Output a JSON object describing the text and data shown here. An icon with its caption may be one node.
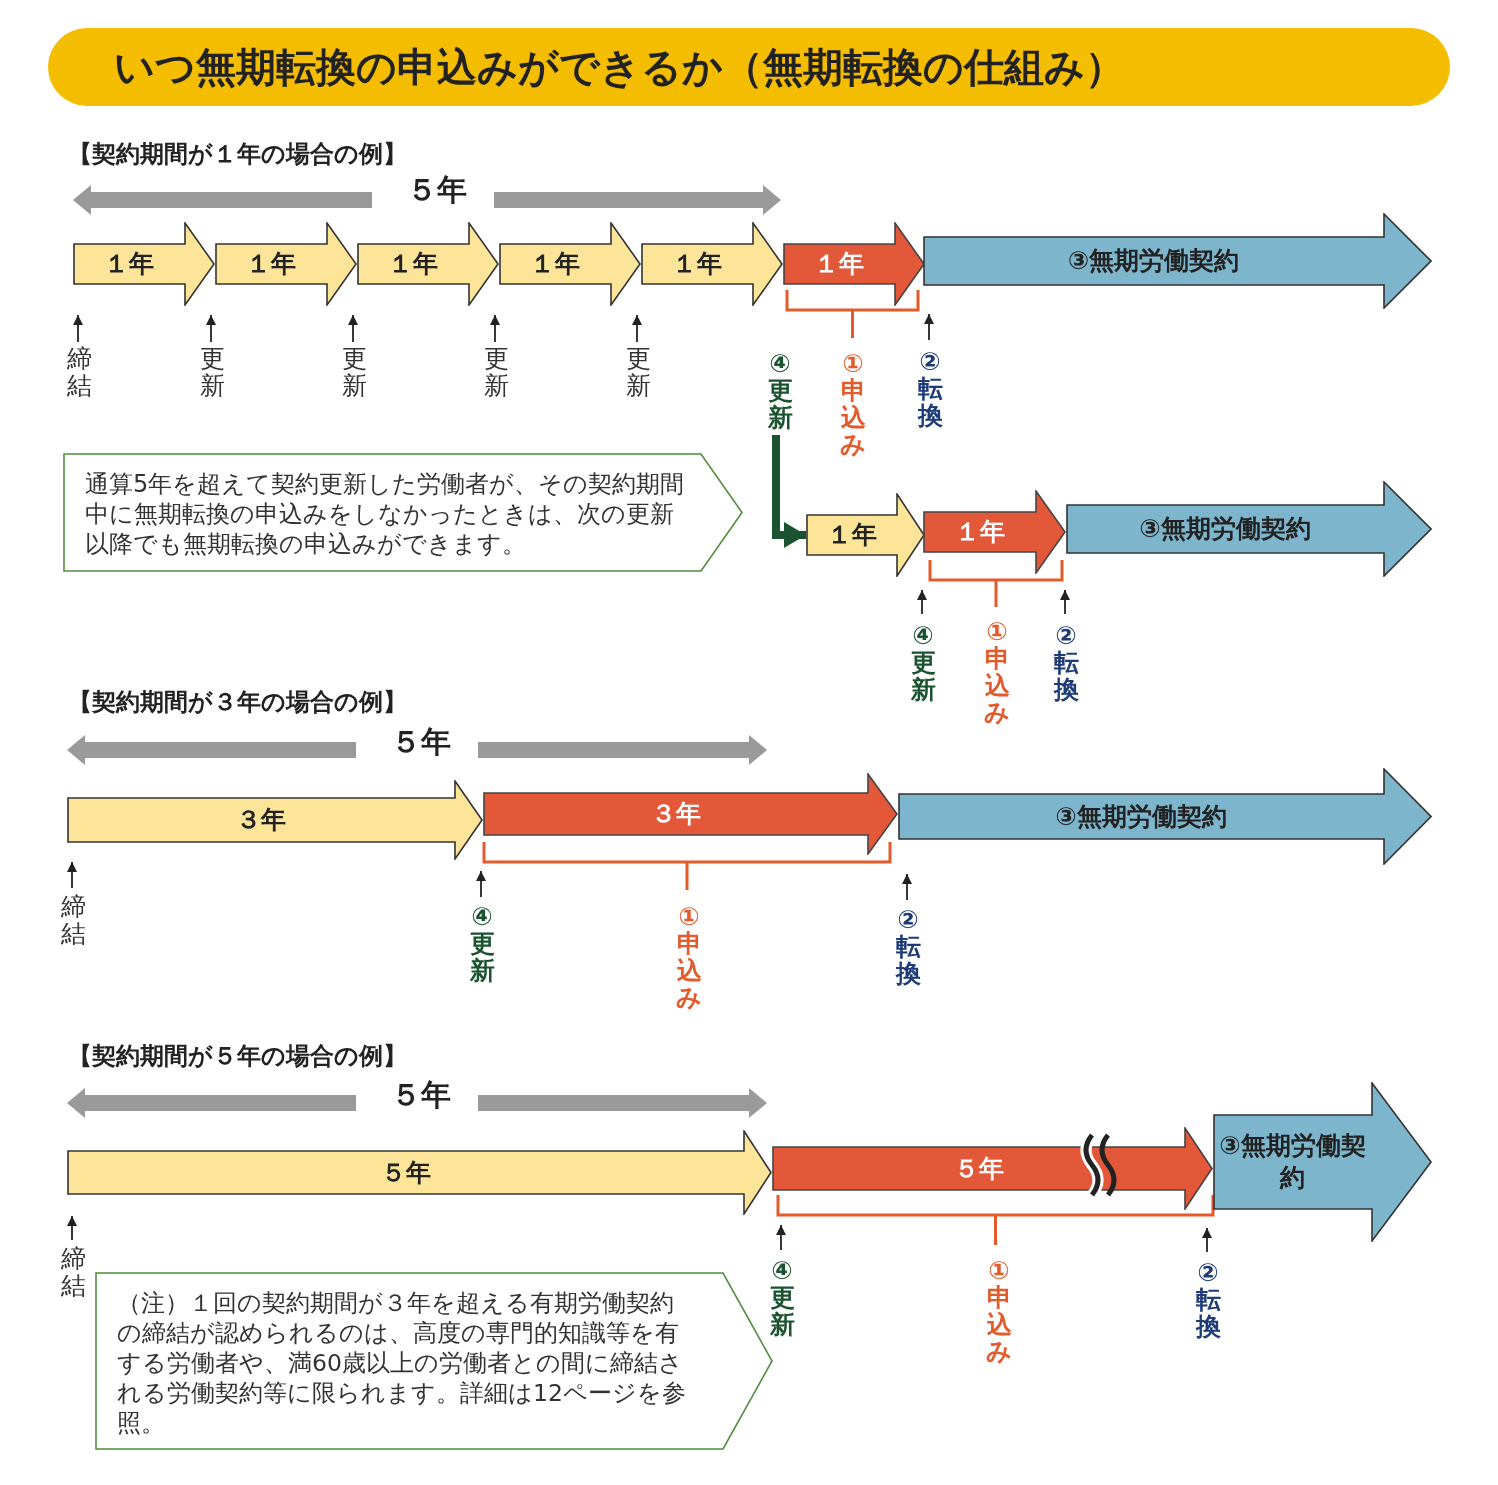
{
  "diagram": {
    "title": "いつ無期転換の申込みができるか（無期転換の仕組み）",
    "nodes": [
      {
        "text": [
          "１年"
        ]
      },
      {
        "text": [
          "１年"
        ]
      },
      {
        "text": [
          "１年"
        ]
      },
      {
        "text": [
          "１年"
        ]
      },
      {
        "text": [
          "１年"
        ]
      },
      {
        "text": [
          "１年"
        ]
      },
      {
        "text": [
          "③無期労働契約"
        ]
      },
      {
        "text": [
          "④更新"
        ]
      },
      {
        "text": [
          "通算5年を超えて契約更新した労働者が、その契約期間中に無期転換の申込みをしなかったときは、次の更新以降でも無期転換の申込みができます。"
        ]
      },
      {
        "text": [
          "１年"
        ]
      },
      {
        "text": [
          "１年"
        ]
      },
      {
        "text": [
          "③無期労働契約"
        ]
      },
      {
        "text": [
          "３年"
        ]
      },
      {
        "text": [
          "３年"
        ]
      },
      {
        "text": [
          "③無期労働契約"
        ]
      },
      {
        "text": [
          "５年"
        ]
      },
      {
        "text": [
          "５年"
        ]
      },
      {
        "text": [
          "③無期労働契約"
        ]
      },
      {
        "text": [
          "（注）１回の契約期間が３年を超える有期労働契約の締結が認められるのは、高度の専門的知識等を有する労働者や、満60歳以上の労働者との間に締結される労働契約等に限られます。詳細は12ページを参照。"
        ]
      }
    ],
    "edges": [
      {
        "from": 7,
        "to": 9,
        "arrow": "to"
      }
    ],
    "labels": [
      "【契約期間が１年の場合の例】",
      "５年",
      "締結",
      "更新",
      "更新",
      "更新",
      "更新",
      "①申込み",
      "②転換",
      "④更新",
      "①申込み",
      "②転換",
      "【契約期間が３年の場合の例】",
      "５年",
      "締結",
      "④更新",
      "①申込み",
      "②転換",
      "【契約期間が５年の場合の例】",
      "５年",
      "締結",
      "④更新",
      "①申込み",
      "②転換"
    ]
  }
}
